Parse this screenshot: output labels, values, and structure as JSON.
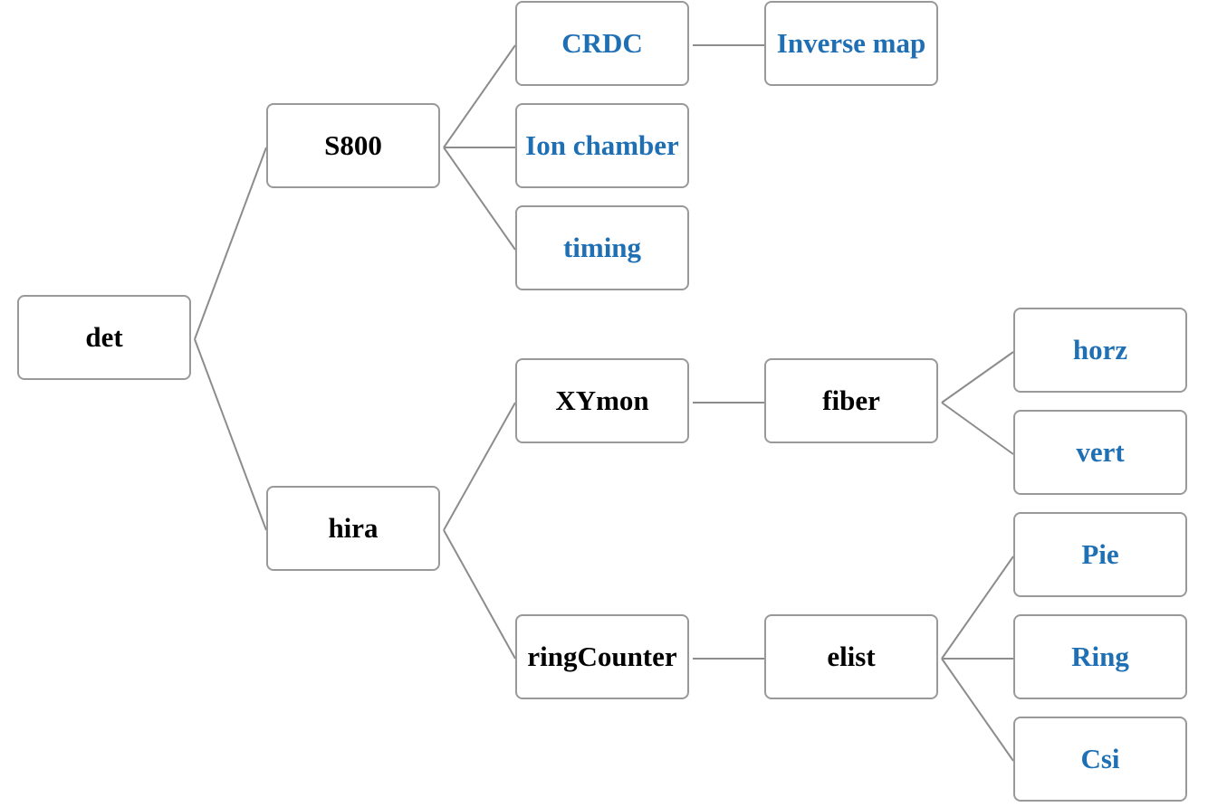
{
  "tree": {
    "root": "det",
    "s800": "S800",
    "crdc": "CRDC",
    "inverse_map": "Inverse map",
    "ion_chamber": "Ion chamber",
    "timing": "timing",
    "hira": "hira",
    "xymon": "XYmon",
    "fiber": "fiber",
    "horz": "horz",
    "vert": "vert",
    "ring_counter": "ringCounter",
    "elist": "elist",
    "pie": "Pie",
    "ring": "Ring",
    "csi": "Csi"
  },
  "colors": {
    "branch_text": "#000000",
    "leaf_text": "#1f6fb5",
    "border": "#999999",
    "connector": "#8c8c8c"
  }
}
